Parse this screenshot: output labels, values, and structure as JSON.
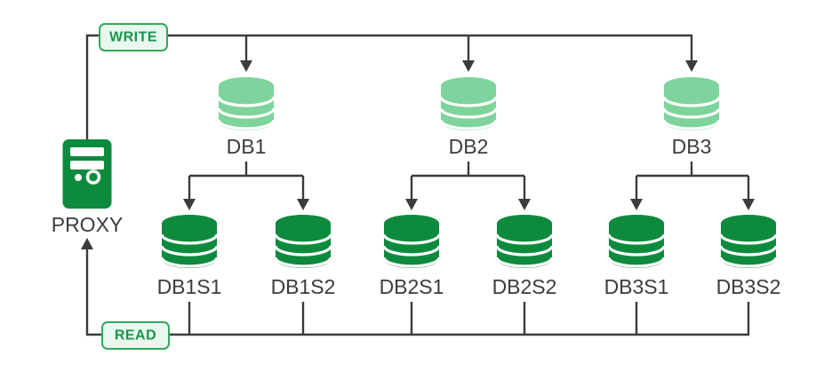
{
  "diagram": {
    "type": "database-proxy-replication-topology",
    "proxy_label": "PROXY",
    "write_badge": "WRITE",
    "read_badge": "READ",
    "masters": [
      {
        "label": "DB1",
        "slaves": [
          "DB1S1",
          "DB1S2"
        ]
      },
      {
        "label": "DB2",
        "slaves": [
          "DB2S1",
          "DB2S2"
        ]
      },
      {
        "label": "DB3",
        "slaves": [
          "DB3S1",
          "DB3S2"
        ]
      }
    ],
    "icons": {
      "proxy": "server-tower-icon",
      "master_db": "database-cylinder-icon",
      "slave_db": "database-cylinder-icon"
    },
    "colors": {
      "master_db": "#7ed49c",
      "slave_db": "#0e8a3e",
      "proxy": "#0e8a3e",
      "line": "#3b3b3b",
      "badge_fill": "#e8f8ee",
      "badge_border": "#34a85a",
      "badge_text": "#18944a",
      "label_text": "#3c3c3c"
    }
  }
}
